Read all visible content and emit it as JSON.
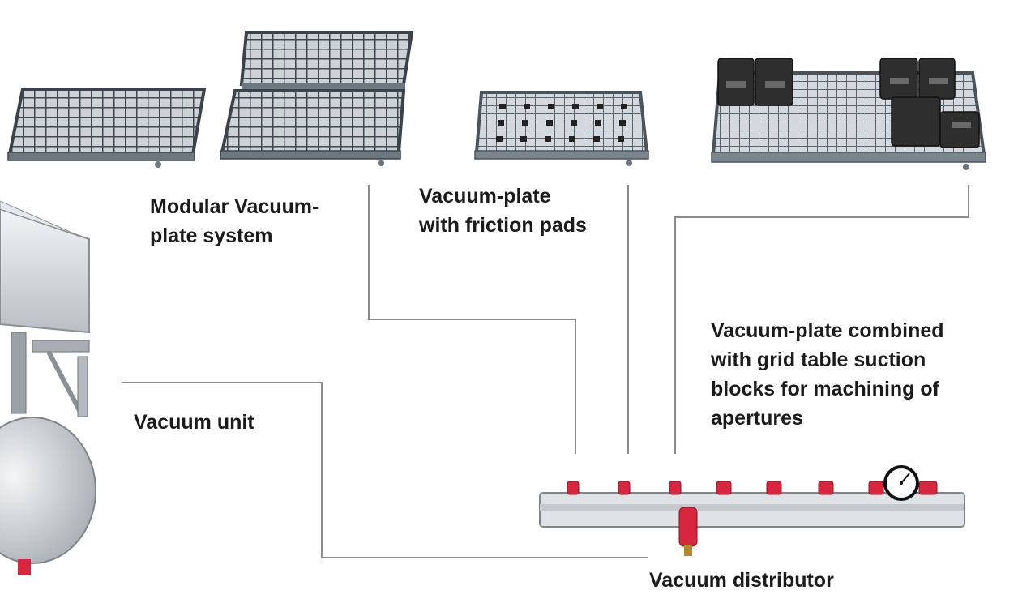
{
  "labels": {
    "modular": "Modular Vacuum-\nplate system",
    "friction": "Vacuum-plate\nwith friction pads",
    "combined": "Vacuum-plate combined\nwith grid table suction\nblocks for machining of\napertures",
    "unit": "Vacuum unit",
    "distributor": "Vacuum distributor"
  },
  "colors": {
    "plate_frame": "#55606a",
    "plate_grid": "#c9ced3",
    "leader_line": "#8c8c8c",
    "fitting_red": "#d7263d",
    "pipe": "#d9dde0",
    "suction_block": "#2e2e2e",
    "pump_body": "#b7bdc3"
  },
  "icons": {
    "gauge": "pressure-gauge-icon"
  }
}
